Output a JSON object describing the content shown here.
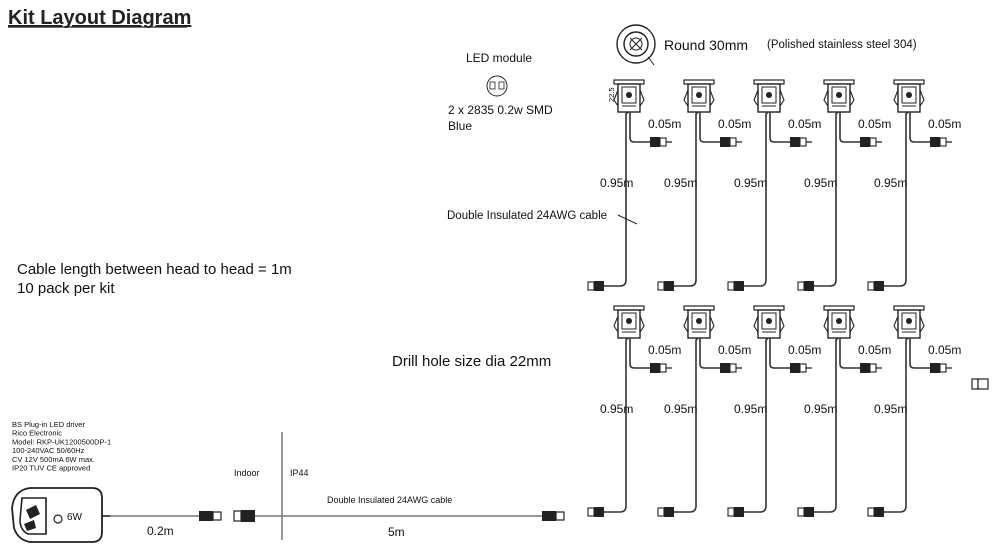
{
  "title": "Kit Layout Diagram",
  "led_module": {
    "label": "LED module",
    "spec_line1": "2 x 2835 0.2w SMD",
    "spec_line2": "Blue"
  },
  "round": {
    "label": "Round 30mm",
    "material": "(Polished stainless steel 304)"
  },
  "cable_note": "Double Insulated 24AWG cable",
  "info": {
    "line1": "Cable length between head to head = 1m",
    "line2": "10 pack per kit"
  },
  "drill": "Drill hole size dia 22mm",
  "lengths": {
    "short": "0.05m",
    "long": "0.95m",
    "driver_cable": "0.2m",
    "extension": "5m"
  },
  "driver": {
    "lines": [
      "BS Plug-in LED driver",
      "Rico Electronic",
      "Model: RKP-UK1200500DP-1",
      "100-240VAC 50/60Hz",
      "CV 12V 500mA 6W max.",
      "IP20 TUV CE approved"
    ],
    "wattage": "6W"
  },
  "zones": {
    "indoor": "Indoor",
    "ip44": "IP44"
  },
  "extension_cable_note": "Double Insulated 24AWG cable",
  "head_dim": "22.5"
}
